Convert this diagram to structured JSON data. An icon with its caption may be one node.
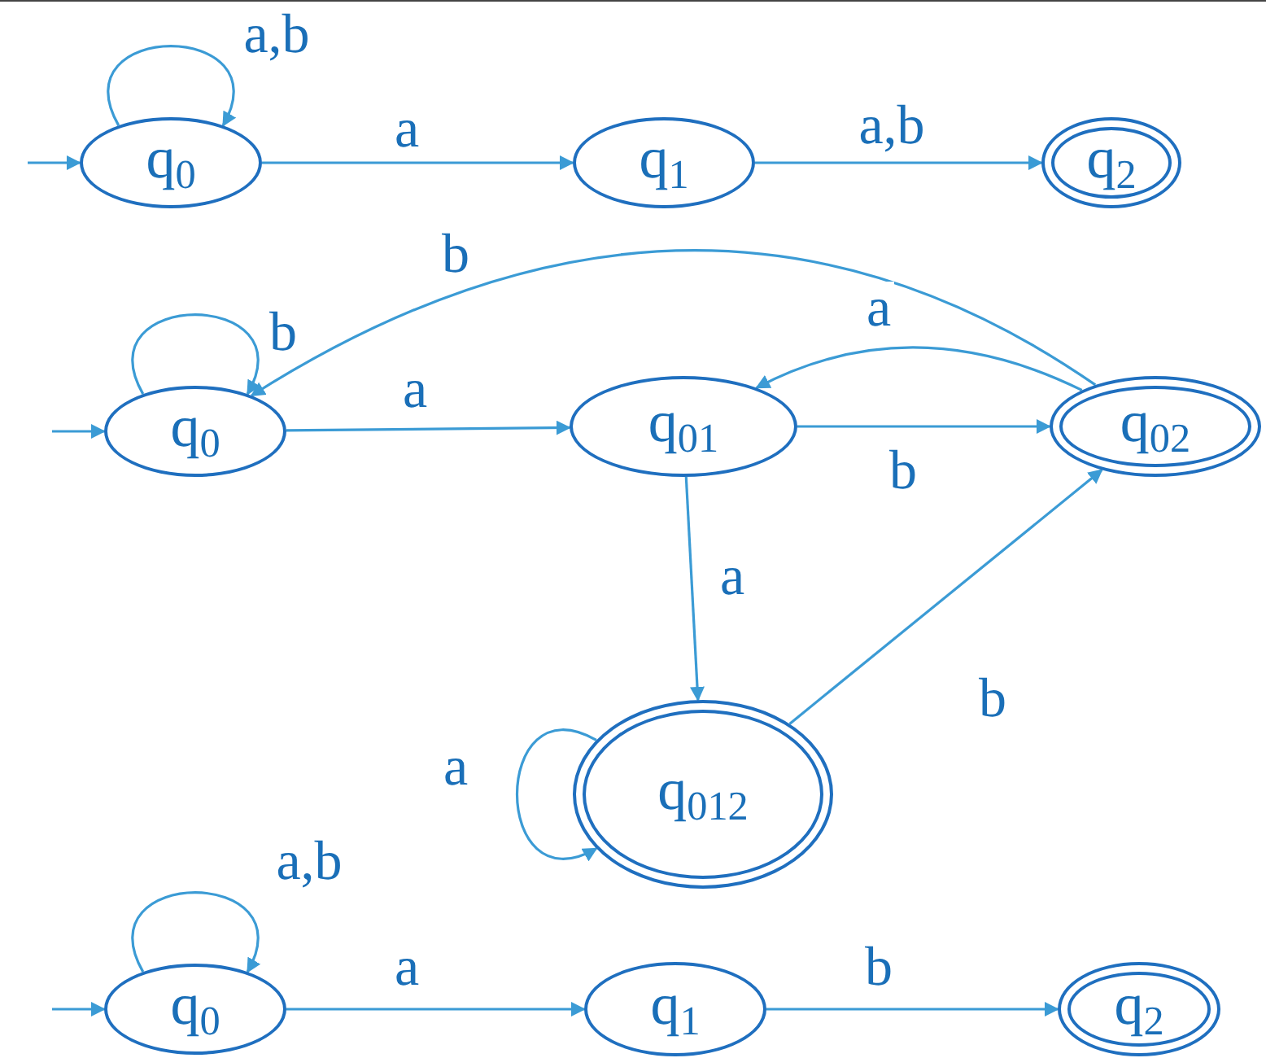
{
  "diagram": {
    "nodes": [
      {
        "text": [
          "q$_{0}$"
        ]
      },
      {
        "text": [
          "q$_{1}$"
        ]
      },
      {
        "text": [
          "q$_{2}$"
        ]
      },
      {
        "text": [
          "q$_{0}$"
        ]
      },
      {
        "text": [
          "q$_{01}$"
        ]
      },
      {
        "text": [
          "q$_{02}$"
        ]
      },
      {
        "text": [
          "q$_{012}$"
        ]
      },
      {
        "text": [
          "q$_{0}$"
        ]
      },
      {
        "text": [
          "q$_{1}$"
        ]
      },
      {
        "text": [
          "q$_{2}$"
        ]
      }
    ],
    "edges": [
      {
        "from": null,
        "to": 0,
        "arrow": "to"
      },
      {
        "from": 0,
        "to": 0,
        "arrow": "to",
        "label": "a,b"
      },
      {
        "from": 0,
        "to": 1,
        "arrow": "to",
        "label": "a"
      },
      {
        "from": 1,
        "to": 2,
        "arrow": "to",
        "label": "a,b"
      },
      {
        "from": null,
        "to": 3,
        "arrow": "to"
      },
      {
        "from": 3,
        "to": 3,
        "arrow": "to",
        "label": "b"
      },
      {
        "from": 3,
        "to": 4,
        "arrow": "to",
        "label": "a"
      },
      {
        "from": 4,
        "to": 5,
        "arrow": "to",
        "label": "b"
      },
      {
        "from": 5,
        "to": 4,
        "arrow": "to",
        "label": "a"
      },
      {
        "from": 5,
        "to": 3,
        "arrow": "to",
        "label": "b"
      },
      {
        "from": 4,
        "to": 6,
        "arrow": "to",
        "label": "a"
      },
      {
        "from": 6,
        "to": 6,
        "arrow": "to",
        "label": "a"
      },
      {
        "from": 6,
        "to": 5,
        "arrow": "to",
        "label": "b"
      },
      {
        "from": null,
        "to": 7,
        "arrow": "to"
      },
      {
        "from": 7,
        "to": 7,
        "arrow": "to",
        "label": "a,b"
      },
      {
        "from": 7,
        "to": 8,
        "arrow": "to",
        "label": "a"
      },
      {
        "from": 8,
        "to": 9,
        "arrow": "to",
        "label": "b"
      }
    ]
  }
}
